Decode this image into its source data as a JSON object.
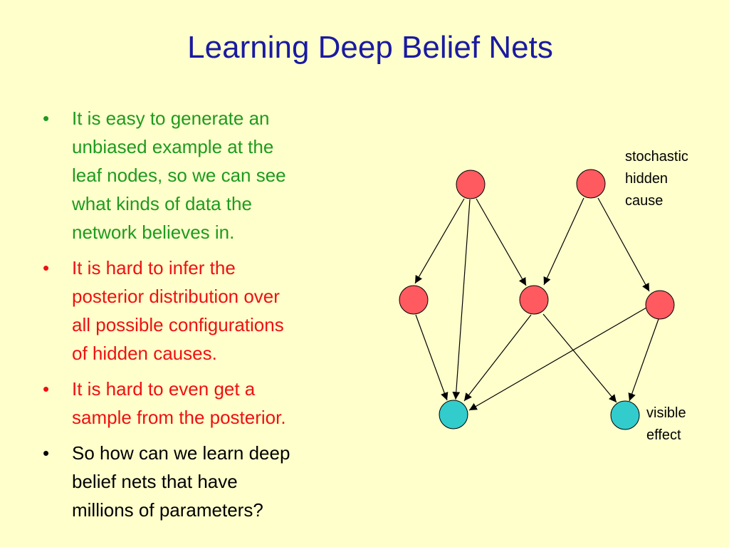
{
  "slide": {
    "title": "Learning Deep Belief Nets"
  },
  "bullets": [
    {
      "color": "#1f9a1f",
      "lines": [
        "It is easy to generate an",
        "unbiased example at the",
        "leaf nodes, so we can see",
        "what kinds of data the",
        "network believes in."
      ]
    },
    {
      "color": "#ee1111",
      "lines": [
        "It is hard to infer the",
        "posterior distribution over",
        "all  possible configurations",
        "of hidden causes."
      ]
    },
    {
      "color": "#ee1111",
      "lines": [
        "It is hard to even get  a",
        "sample from the posterior."
      ]
    },
    {
      "color": "#000000",
      "lines": [
        "So how can we learn deep",
        "belief nets that have",
        "millions of parameters?"
      ]
    }
  ],
  "diagram": {
    "top_label": [
      "stochastic",
      "hidden",
      "cause"
    ],
    "bottom_label": [
      "visible",
      "effect"
    ],
    "node_colors": {
      "hidden": "#ff5a5f",
      "visible": "#33cccc"
    }
  }
}
